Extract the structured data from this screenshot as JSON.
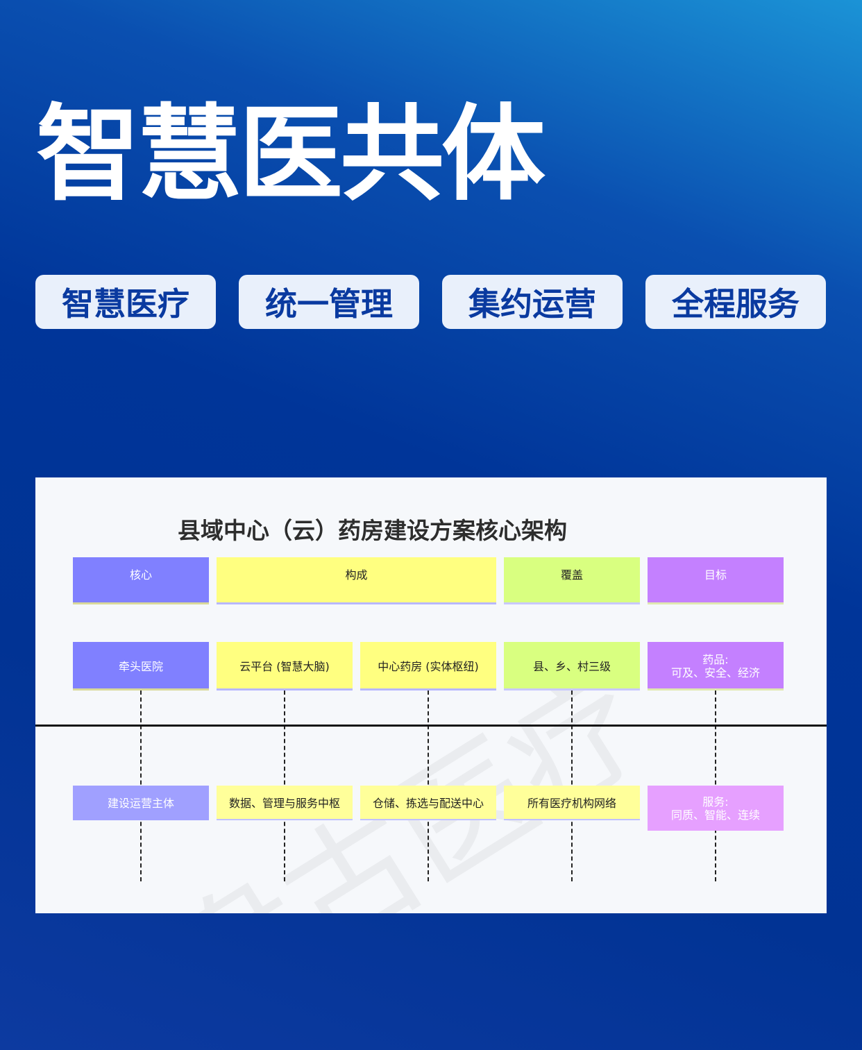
{
  "hero": {
    "title": "智慧医共体"
  },
  "tags": [
    "智慧医疗",
    "统一管理",
    "集约运营",
    "全程服务"
  ],
  "diagram": {
    "title": "县域中心（云）药房建设方案核心架构",
    "headers": [
      "核心",
      "构成",
      "覆盖",
      "目标"
    ],
    "row1": [
      "牵头医院",
      "云平台 (智慧大脑)",
      "中心药房 (实体枢纽)",
      "县、乡、村三级",
      "药品:",
      "可及、安全、经济"
    ],
    "row2": [
      "建设运营主体",
      "数据、管理与服务中枢",
      "仓储、拣选与配送中心",
      "所有医疗机构网络",
      "服务:",
      "同质、智能、连续"
    ],
    "watermark": "盘古医疗"
  }
}
